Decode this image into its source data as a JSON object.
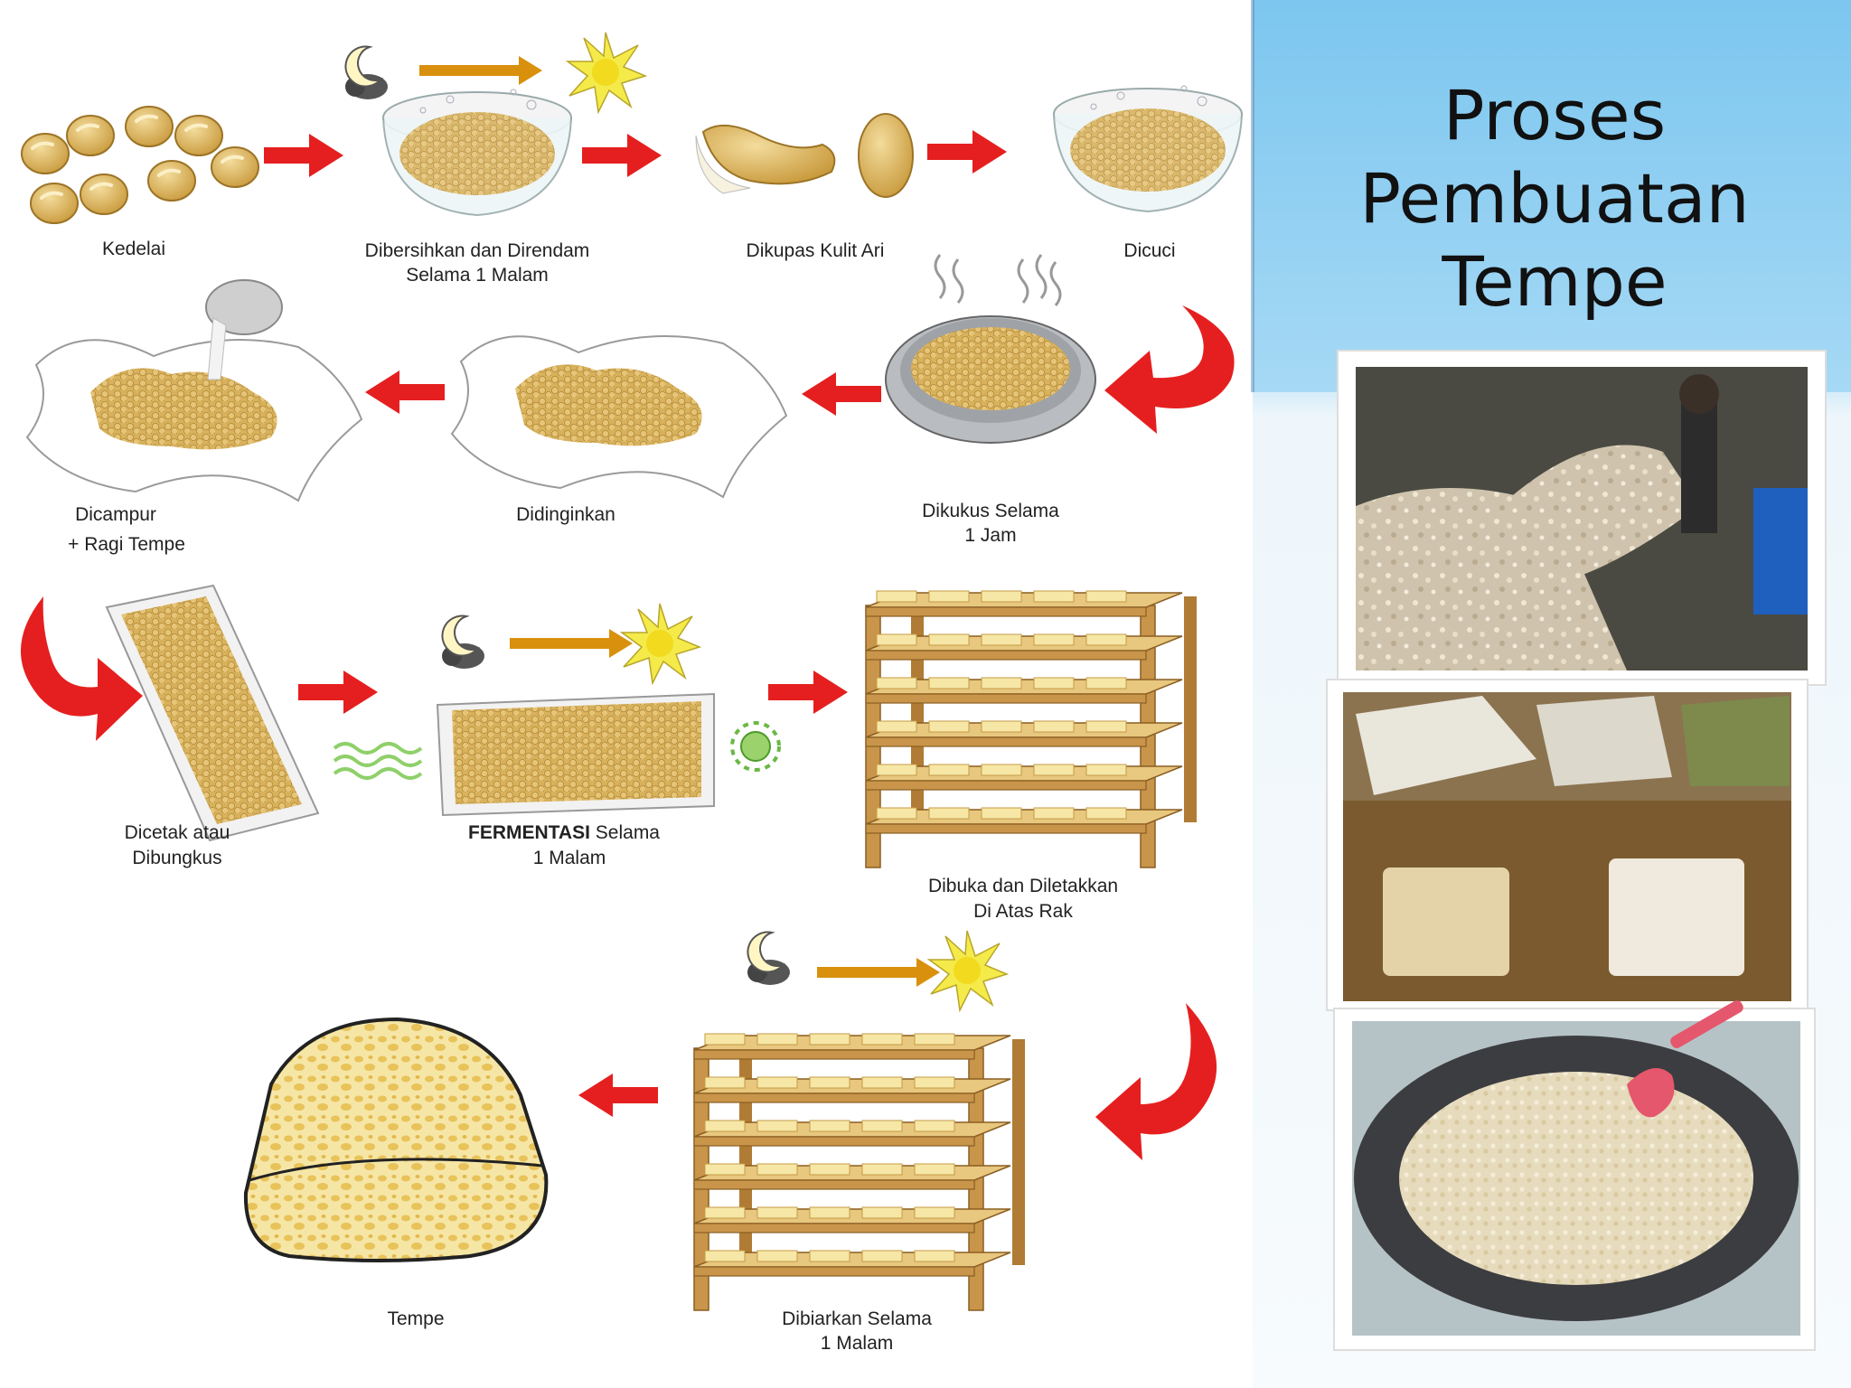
{
  "title_lines": [
    "Proses",
    "Pembuatan",
    "Tempe"
  ],
  "colors": {
    "panel_top": "#7fc7ef",
    "panel_bottom": "#c9e8f8",
    "arrow": "#e51f1f",
    "soy": "#d9b464",
    "rack": "#c8954a"
  },
  "icons": {
    "night": "moon-cloud-icon",
    "day": "sun-icon",
    "time_arrow": "orange-arrow-icon",
    "fungus": "mold-spore-icon"
  },
  "steps": {
    "kedelai": "Kedelai",
    "dibersihkan": [
      "Dibersihkan dan Direndam",
      "Selama 1 Malam"
    ],
    "dikupas": "Dikupas Kulit Ari",
    "dicuci": "Dicuci",
    "dikukus": [
      "Dikukus Selama",
      "1 Jam"
    ],
    "didinginkan": "Didinginkan",
    "dicampur": [
      "Dicampur",
      "+ Ragi Tempe"
    ],
    "dicetak": [
      "Dicetak atau",
      "Dibungkus"
    ],
    "fermentasi_bold": "FERMENTASI",
    "fermentasi_rest": " Selama",
    "fermentasi_line2": "1 Malam",
    "dibuka": [
      "Dibuka dan Diletakkan",
      "Di Atas Rak"
    ],
    "dibiarkan": [
      "Dibiarkan Selama",
      "1 Malam"
    ],
    "tempe": "Tempe"
  },
  "photos": [
    "photo-pouring-soybeans",
    "photo-wrapped-tempe-packages",
    "photo-soybeans-in-wok"
  ]
}
